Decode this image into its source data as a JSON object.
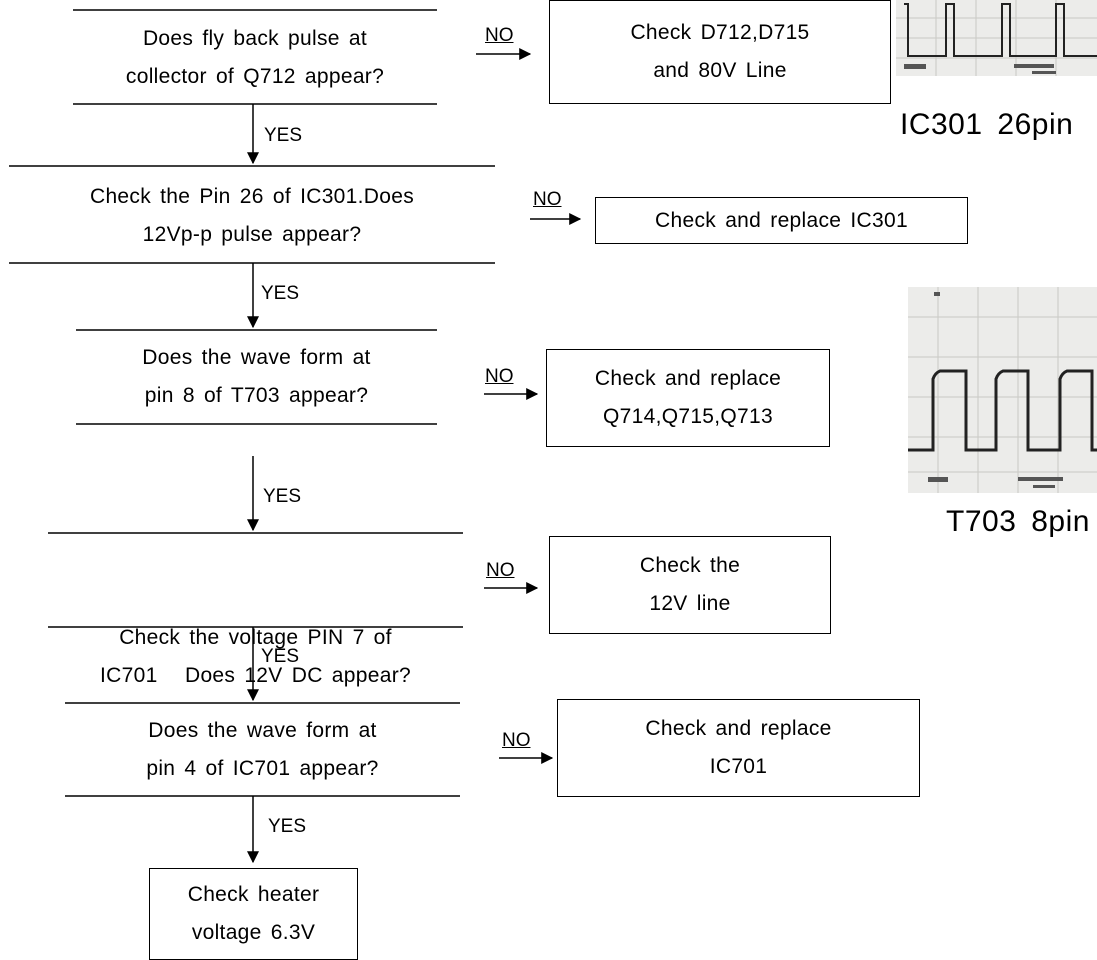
{
  "labels": {
    "yes": "YES",
    "no": "NO"
  },
  "steps": [
    {
      "question": [
        "Does fly back pulse at",
        "collector of Q712 appear?"
      ],
      "action": [
        "Check D712,D715",
        "and 80V Line"
      ]
    },
    {
      "question": [
        "Check the Pin 26  of IC301.Does",
        "12Vp-p pulse appear?"
      ],
      "action": [
        "Check and replace IC301"
      ]
    },
    {
      "question": [
        "Does the wave form at",
        "pin 8 of T703 appear?"
      ],
      "action": [
        "Check and replace",
        "Q714,Q715,Q713"
      ]
    },
    {
      "question": [
        "Check the voltage PIN 7 of",
        "IC701   Does 12V DC appear?"
      ],
      "action": [
        "Check the",
        "12V line"
      ]
    },
    {
      "question": [
        "Does the wave form at",
        "pin 4 of IC701 appear?"
      ],
      "action": [
        "Check and replace",
        "IC701"
      ]
    }
  ],
  "final": [
    "Check heater",
    "voltage 6.3V"
  ],
  "waveforms": [
    {
      "caption": "IC301  26pin"
    },
    {
      "caption": "T703  8pin"
    }
  ]
}
